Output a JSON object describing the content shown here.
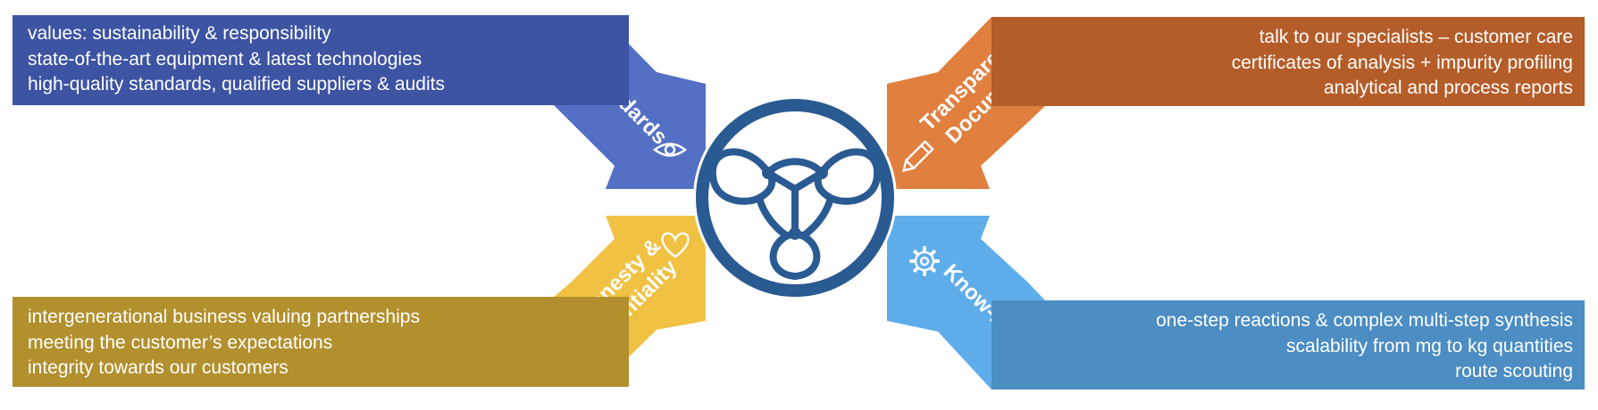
{
  "colors": {
    "high_standards_arrow": "#5470c5",
    "high_standards_band": "#3d54a3",
    "transparency_arrow": "#e07f3e",
    "transparency_band": "#b55d29",
    "trust_arrow": "#f0c142",
    "trust_band": "#b2902e",
    "knowhow_arrow": "#5eadea",
    "knowhow_band": "#4c8dc3",
    "logo": "#2a5a92"
  },
  "top_left": {
    "arrow_label": "High Standards",
    "icon": "eye-icon",
    "lines": [
      "values: sustainability & responsibility",
      "state-of-the-art equipment & latest technologies",
      "high-quality standards, qualified suppliers & audits"
    ]
  },
  "top_right": {
    "arrow_label_line1": "Transparency &",
    "arrow_label_line2": "Documentation",
    "icon": "pencil-icon",
    "lines": [
      "talk to our specialists – customer care",
      "certificates of analysis + impurity profiling",
      "analytical and process reports"
    ]
  },
  "bottom_left": {
    "arrow_label_line1": "Trust, Honesty &",
    "arrow_label_line2": "Confidentiality",
    "icon": "heart-icon",
    "lines": [
      "intergenerational business valuing partnerships",
      "meeting the customer’s expectations",
      "integrity towards our customers"
    ]
  },
  "bottom_right": {
    "arrow_label": "Know-How",
    "icon": "gear-icon",
    "lines": [
      "one-step reactions & complex multi-step synthesis",
      "scalability from mg to kg quantities",
      "route scouting"
    ]
  },
  "center": {
    "icon": "molecule-logo-icon"
  }
}
